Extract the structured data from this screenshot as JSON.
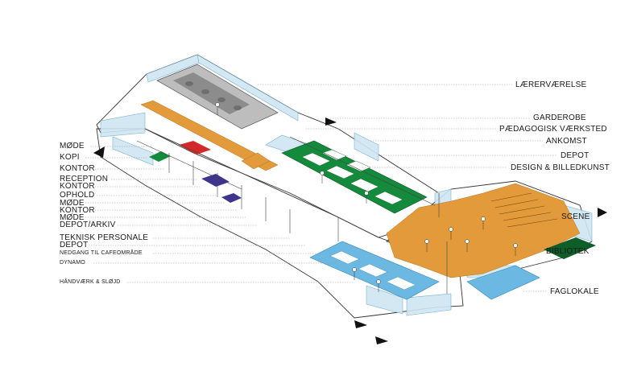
{
  "left_labels": [
    {
      "id": "mode-1",
      "text": "MØDE"
    },
    {
      "id": "kopi",
      "text": "KOPI"
    },
    {
      "id": "kontor-1",
      "text": "KONTOR"
    },
    {
      "id": "reception",
      "text": "RECEPTION"
    },
    {
      "id": "kontor-2",
      "text": "KONTOR"
    },
    {
      "id": "ophold",
      "text": "OPHOLD"
    },
    {
      "id": "mode-2",
      "text": "MØDE"
    },
    {
      "id": "kontor-3",
      "text": "KONTOR"
    },
    {
      "id": "mode-3",
      "text": "MØDE"
    },
    {
      "id": "depot-arkiv",
      "text": "DEPOT/ARKIV"
    },
    {
      "id": "teknisk-personale",
      "text": "TEKNISK PERSONALE"
    },
    {
      "id": "depot-1",
      "text": "DEPOT"
    },
    {
      "id": "nedgang",
      "text": "NEDGANG TIL CAFEOMRÅDE"
    },
    {
      "id": "dynamo",
      "text": "DYNAMO"
    },
    {
      "id": "handvaerk",
      "text": "HÅNDVÆRK & SLØJD"
    }
  ],
  "right_labels": [
    {
      "id": "laerervaerelse",
      "text": "LÆRERVÆRELSE"
    },
    {
      "id": "garderobe",
      "text": "GARDEROBE"
    },
    {
      "id": "paedagogisk",
      "text": "PÆDAGOGISK VÆRKSTED"
    },
    {
      "id": "ankomst",
      "text": "ANKOMST"
    },
    {
      "id": "depot-2",
      "text": "DEPOT"
    },
    {
      "id": "design",
      "text": "DESIGN & BILLEDKUNST"
    },
    {
      "id": "scene",
      "text": "SCENE"
    },
    {
      "id": "bibliotek",
      "text": "BIBLIOTEK"
    },
    {
      "id": "faglokale",
      "text": "FAGLOKALE"
    }
  ],
  "colors": {
    "orange": "#E39A3B",
    "green": "#148A3C",
    "dark_green": "#0E5E2A",
    "blue": "#6BB8E3",
    "light_blue": "#CFE6F2",
    "grey": "#8C8C8C",
    "red": "#D22A2A",
    "purple": "#3E3590",
    "line": "#333333",
    "leader": "#9A9A9A"
  }
}
